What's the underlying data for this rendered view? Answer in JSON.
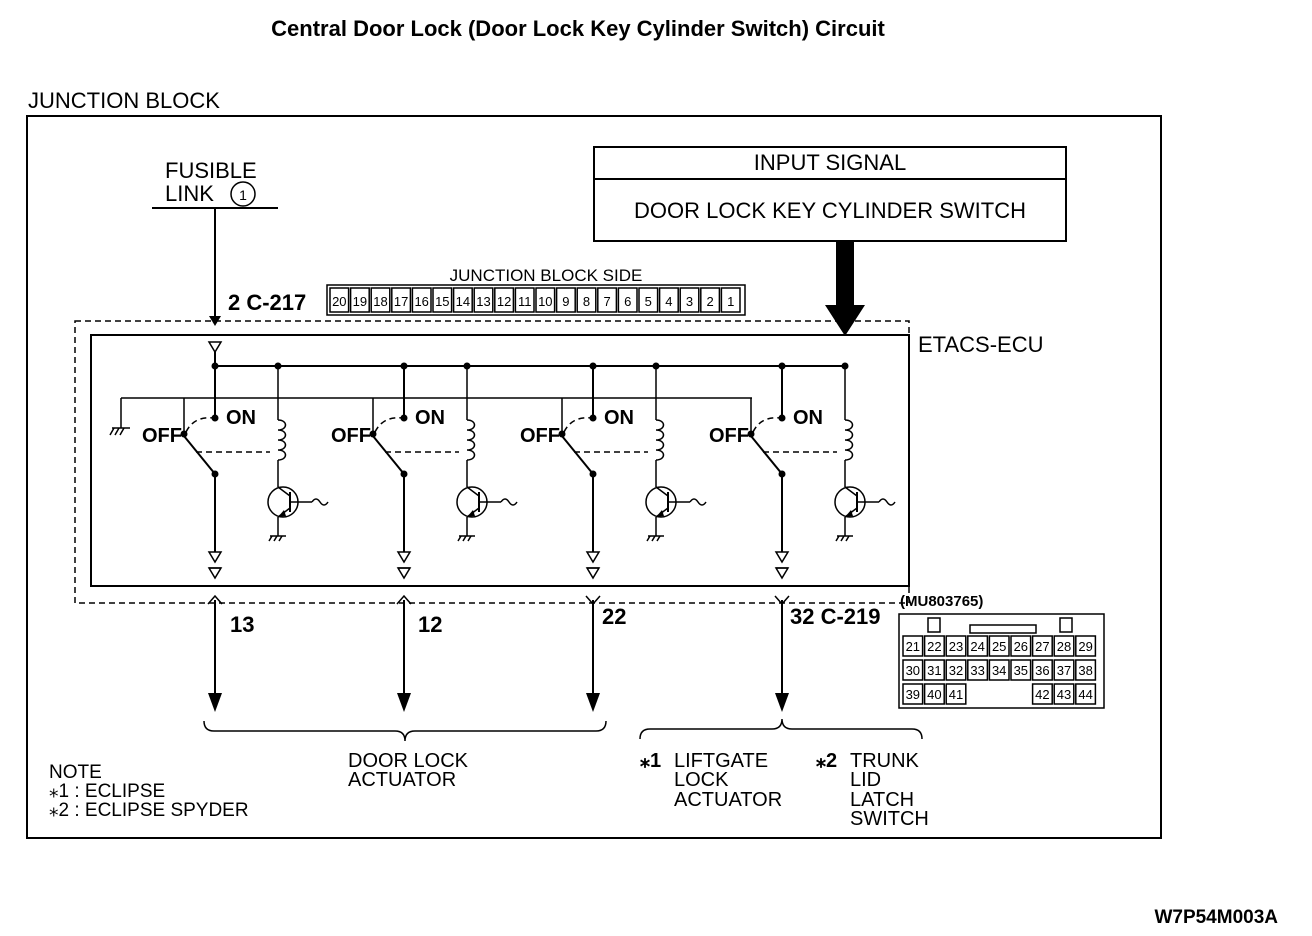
{
  "title": "Central Door Lock (Door Lock Key Cylinder Switch) Circuit",
  "junction_block_label": "JUNCTION BLOCK",
  "fusible_link": {
    "line1": "FUSIBLE",
    "line2": "LINK",
    "number": "1"
  },
  "input_signal": {
    "header": "INPUT SIGNAL",
    "value": "DOOR LOCK KEY CYLINDER SWITCH"
  },
  "connector_c217": {
    "pin_label": "2  C-217",
    "side_label": "JUNCTION BLOCK SIDE",
    "pins": [
      "20",
      "19",
      "18",
      "17",
      "16",
      "15",
      "14",
      "13",
      "12",
      "11",
      "10",
      "9",
      "8",
      "7",
      "6",
      "5",
      "4",
      "3",
      "2",
      "1"
    ]
  },
  "etacs_label": "ETACS-ECU",
  "switch_labels": {
    "on": "ON",
    "off": "OFF"
  },
  "outputs": {
    "pin1": "13",
    "pin2": "12",
    "pin3": "22",
    "pin4": "32  C-219"
  },
  "connector_c219": {
    "part_number": "(MU803765)",
    "row1": [
      "21",
      "22",
      "23",
      "24",
      "25",
      "26",
      "27",
      "28",
      "29"
    ],
    "row2": [
      "30",
      "31",
      "32",
      "33",
      "34",
      "35",
      "36",
      "37",
      "38"
    ],
    "row3": [
      "39",
      "40",
      "41",
      "",
      "",
      "",
      "42",
      "43",
      "44"
    ]
  },
  "door_lock_actuator": {
    "line1": "DOOR LOCK",
    "line2": "ACTUATOR"
  },
  "liftgate": {
    "mark": "⁎1",
    "line1": "LIFTGATE",
    "line2": "LOCK",
    "line3": "ACTUATOR"
  },
  "trunk": {
    "mark": "⁎2",
    "line1": "TRUNK",
    "line2": "LID",
    "line3": "LATCH",
    "line4": "SWITCH"
  },
  "note": {
    "heading": "NOTE",
    "line1": "⁎1 : ECLIPSE",
    "line2": "⁎2 : ECLIPSE SPYDER"
  },
  "figure_code": "W7P54M003A"
}
